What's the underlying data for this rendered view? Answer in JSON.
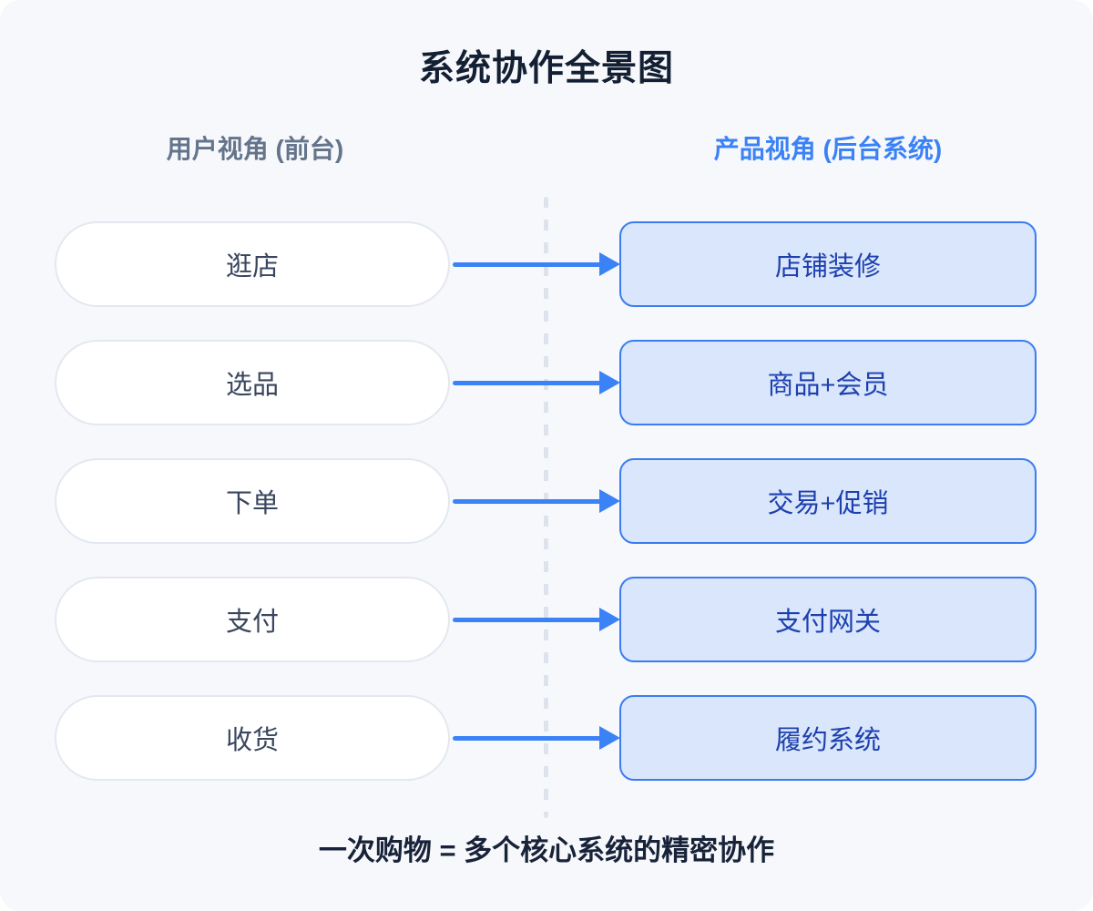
{
  "title": "系统协作全景图",
  "columns": {
    "user": {
      "label": "用户视角 (前台)"
    },
    "product": {
      "label": "产品视角 (后台系统)"
    }
  },
  "rows": [
    {
      "user_step": "逛店",
      "system": "店铺装修"
    },
    {
      "user_step": "选品",
      "system": "商品+会员"
    },
    {
      "user_step": "下单",
      "system": "交易+促销"
    },
    {
      "user_step": "支付",
      "system": "支付网关"
    },
    {
      "user_step": "收货",
      "system": "履约系统"
    }
  ],
  "footer": "一次购物 = 多个核心系统的精密协作",
  "colors": {
    "accent_blue": "#3b82f6",
    "system_box_fill": "#d9e6fb",
    "system_box_border": "#3b7cf1",
    "system_box_text": "#1e40af",
    "user_header_text": "#64748b",
    "product_header_text": "#3b82f6",
    "title_text": "#131f33",
    "pill_text": "#39465e",
    "pill_border": "#e3e8f0",
    "divider": "#dde3ec",
    "canvas_background": "#f7f8fb"
  }
}
